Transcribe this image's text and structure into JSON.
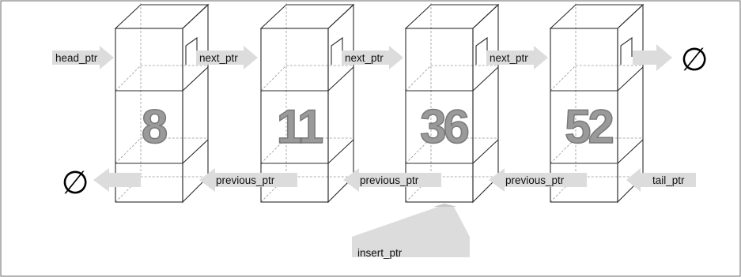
{
  "labels": {
    "head": "head_ptr",
    "tail": "tail_ptr",
    "insert": "insert_ptr",
    "next": "next_ptr",
    "previous": "previous_ptr"
  },
  "null_symbol": "∅",
  "nodes": [
    {
      "value": "8"
    },
    {
      "value": "11"
    },
    {
      "value": "36"
    },
    {
      "value": "52"
    }
  ]
}
